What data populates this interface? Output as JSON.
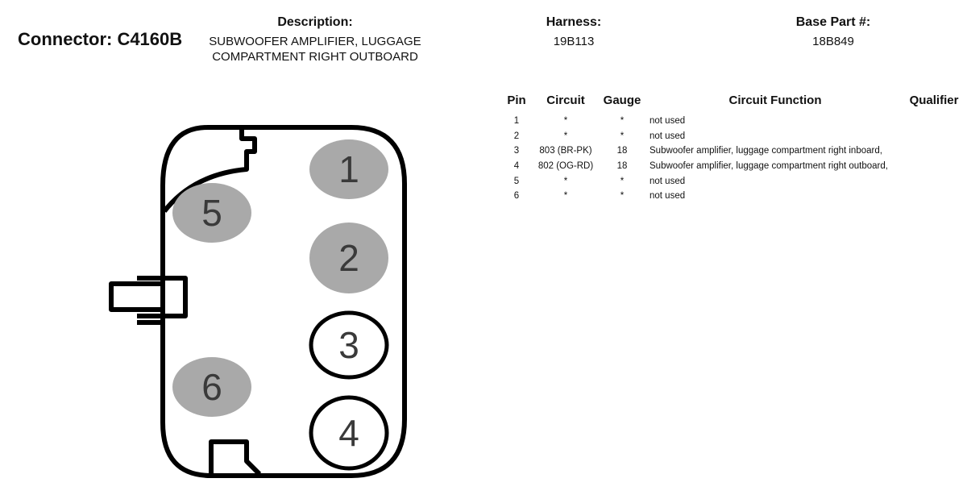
{
  "connector": {
    "label": "Connector: C4160B"
  },
  "description": {
    "label": "Description:",
    "line1": "SUBWOOFER AMPLIFIER, LUGGAGE",
    "line2": "COMPARTMENT RIGHT OUTBOARD"
  },
  "harness": {
    "label": "Harness:",
    "value": "19B113"
  },
  "base_part": {
    "label": "Base Part #:",
    "value": "18B849"
  },
  "table": {
    "headers": [
      "Pin",
      "Circuit",
      "Gauge",
      "Circuit Function",
      "Qualifier"
    ],
    "rows": [
      {
        "pin": "1",
        "circuit": "*",
        "gauge": "*",
        "function": "not used",
        "qualifier": ""
      },
      {
        "pin": "2",
        "circuit": "*",
        "gauge": "*",
        "function": "not used",
        "qualifier": ""
      },
      {
        "pin": "3",
        "circuit": "803 (BR-PK)",
        "gauge": "18",
        "function": "Subwoofer amplifier, luggage compartment right inboard,",
        "qualifier": ""
      },
      {
        "pin": "4",
        "circuit": "802 (OG-RD)",
        "gauge": "18",
        "function": "Subwoofer amplifier, luggage compartment right outboard,",
        "qualifier": ""
      },
      {
        "pin": "5",
        "circuit": "*",
        "gauge": "*",
        "function": "not used",
        "qualifier": ""
      },
      {
        "pin": "6",
        "circuit": "*",
        "gauge": "*",
        "function": "not used",
        "qualifier": ""
      }
    ]
  },
  "diagram": {
    "pins": [
      {
        "label": "1",
        "used": false
      },
      {
        "label": "2",
        "used": false
      },
      {
        "label": "3",
        "used": true
      },
      {
        "label": "4",
        "used": true
      },
      {
        "label": "5",
        "used": false
      },
      {
        "label": "6",
        "used": false
      }
    ],
    "colors": {
      "unused_fill": "#a9a9a9",
      "outline": "#000000",
      "used_fill": "#ffffff"
    }
  }
}
